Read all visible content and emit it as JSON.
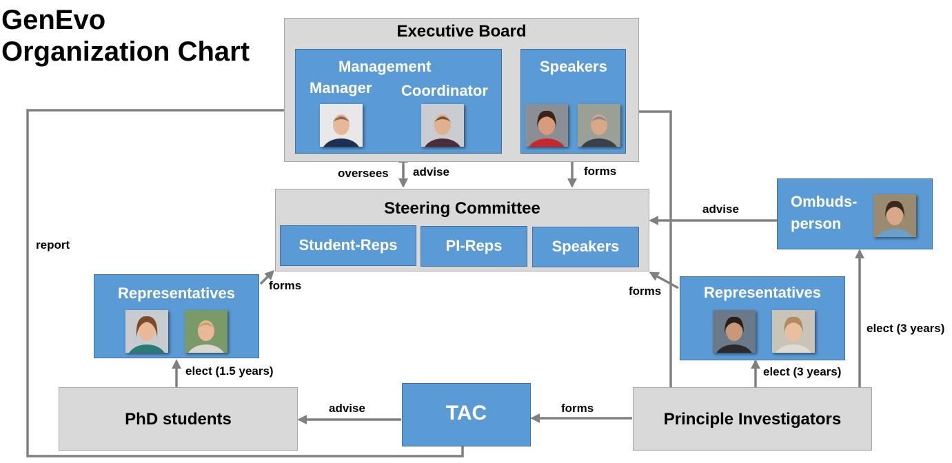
{
  "title": {
    "line1": "GenEvo",
    "line2": "Organization Chart"
  },
  "executive_board": {
    "title": "Executive Board",
    "management": {
      "title": "Management",
      "manager": "Manager",
      "coordinator": "Coordinator"
    },
    "speakers": "Speakers"
  },
  "steering_committee": {
    "title": "Steering Committee",
    "student_reps": "Student-Reps",
    "pi_reps": "PI-Reps",
    "speakers": "Speakers"
  },
  "ombudsperson": {
    "line1": "Ombuds-",
    "line2": "person"
  },
  "student_representatives": "Representatives",
  "pi_representatives": "Representatives",
  "phd_students": "PhD students",
  "tac": "TAC",
  "principal_investigators": "Principle Investigators",
  "labels": {
    "oversees": "oversees",
    "advise_board": "advise",
    "forms_speakers": "forms",
    "advise_ombuds": "advise",
    "report": "report",
    "forms_students": "forms",
    "forms_pi": "forms",
    "elect_students": "elect (1.5 years)",
    "elect_pi": "elect (3 years)",
    "elect_ombuds": "elect (3 years)",
    "advise_tac": "advise",
    "forms_tac": "forms"
  },
  "colors": {
    "box_blue": "#5b9bd5",
    "box_gray": "#d9d9d9",
    "arrow": "#808080"
  },
  "photos": [
    {
      "name": "manager-photo",
      "bg": "#e8e8e8",
      "skin": "#e6b899",
      "hair": "#8a6a4a",
      "shirt": "#1f2f4f"
    },
    {
      "name": "coordinator-photo",
      "bg": "#c9cdd2",
      "skin": "#e0b090",
      "hair": "#7a5436",
      "shirt": "#4a2c3a"
    },
    {
      "name": "speaker1-photo",
      "bg": "#8a8f95",
      "skin": "#d89c7c",
      "hair": "#3a2418",
      "shirt": "#c8282a"
    },
    {
      "name": "speaker2-photo",
      "bg": "#9aa096",
      "skin": "#d8a888",
      "hair": "#8a8a88",
      "shirt": "#3a4048"
    },
    {
      "name": "ombudsperson-photo",
      "bg": "#9a8a70",
      "skin": "#d8a888",
      "hair": "#3a2a1e",
      "shirt": "#6aa0c8"
    },
    {
      "name": "student-rep1-photo",
      "bg": "#c8ccd0",
      "skin": "#e8b898",
      "hair": "#7a4a2a",
      "shirt": "#2a7a78"
    },
    {
      "name": "student-rep2-photo",
      "bg": "#7a9a6a",
      "skin": "#e8b898",
      "hair": "#c8a060",
      "shirt": "#d8d8d0"
    },
    {
      "name": "pi-rep1-photo",
      "bg": "#6a7a8a",
      "skin": "#c89878",
      "hair": "#2a1e16",
      "shirt": "#2a2a2a"
    },
    {
      "name": "pi-rep2-photo",
      "bg": "#c8c4b8",
      "skin": "#e8c0a0",
      "hair": "#b08a60",
      "shirt": "#e0dcd4"
    }
  ]
}
